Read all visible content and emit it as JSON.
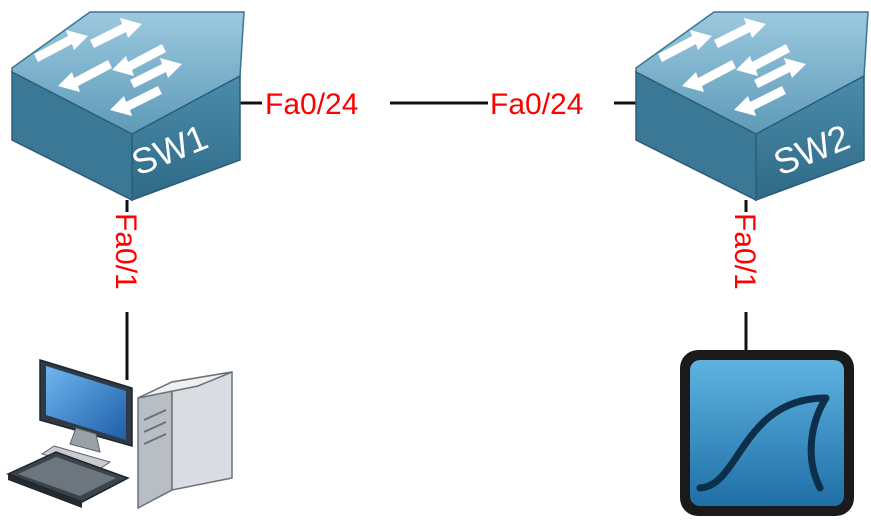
{
  "colors": {
    "link": "#111111",
    "port_label": "#ff0000",
    "switch_top": "#7fb6d1",
    "switch_front": "#3e7d9a",
    "switch_side": "#2b5f78",
    "arrow": "#ffffff"
  },
  "nodes": {
    "sw1": {
      "label": "SW1",
      "icon": "switch-icon"
    },
    "sw2": {
      "label": "SW2",
      "icon": "switch-icon"
    },
    "pc": {
      "icon": "desktop-computer-icon"
    },
    "capture": {
      "icon": "wireshark-icon"
    }
  },
  "links": {
    "sw1_sw2": {
      "a_port": "Fa0/24",
      "b_port": "Fa0/24"
    },
    "sw1_pc": {
      "port": "Fa0/1"
    },
    "sw2_capture": {
      "port": "Fa0/1"
    }
  }
}
